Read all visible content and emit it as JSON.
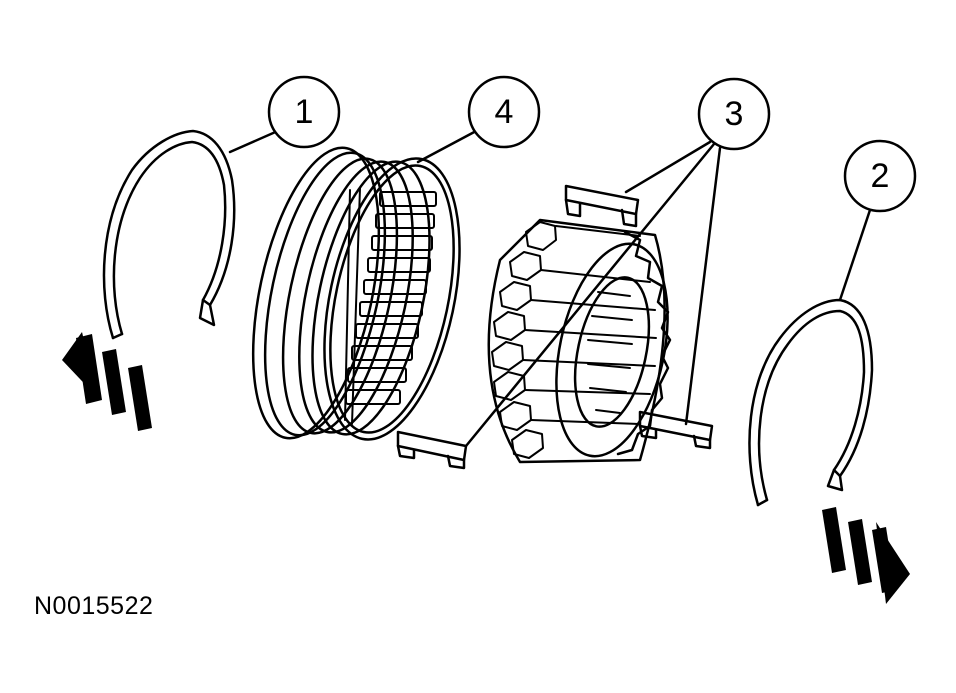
{
  "figure_id": "N0015522",
  "callouts": [
    "1",
    "2",
    "3",
    "4"
  ],
  "colors": {
    "line": "#000000",
    "background": "#ffffff"
  }
}
